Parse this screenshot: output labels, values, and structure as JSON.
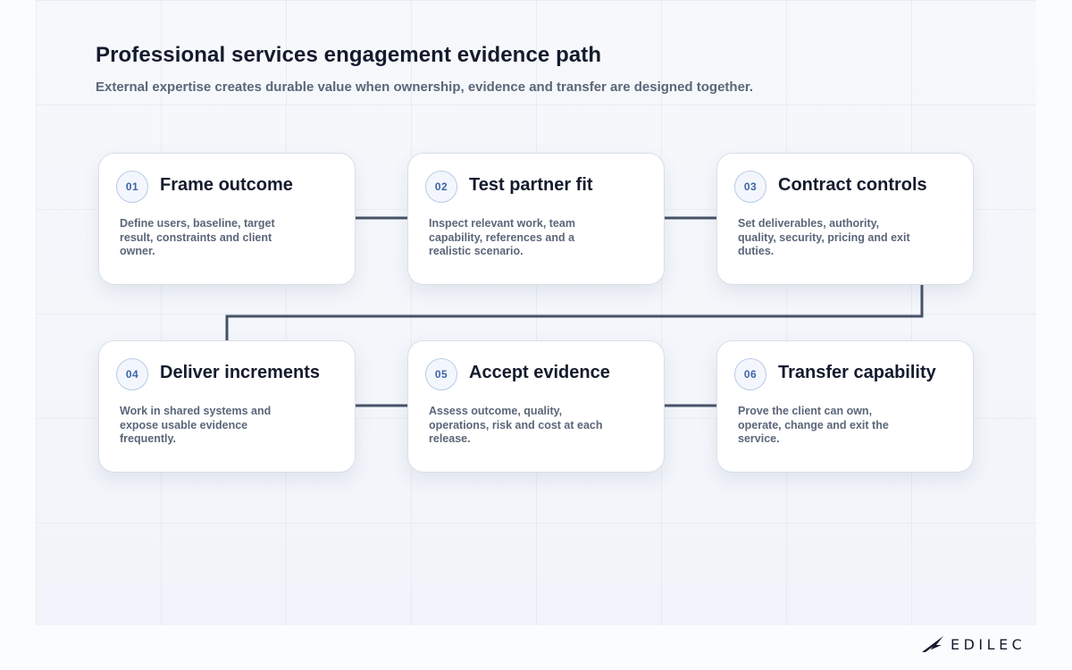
{
  "header": {
    "title": "Professional services engagement evidence path",
    "subtitle": "External expertise creates durable value when ownership, evidence and transfer are designed together."
  },
  "steps": [
    {
      "number": "01",
      "title": "Frame outcome",
      "description": "Define users, baseline, target result, constraints and client owner."
    },
    {
      "number": "02",
      "title": "Test partner fit",
      "description": "Inspect relevant work, team capability, references and a realistic scenario."
    },
    {
      "number": "03",
      "title": "Contract controls",
      "description": "Set deliverables, authority, quality, security, pricing and exit duties."
    },
    {
      "number": "04",
      "title": "Deliver increments",
      "description": "Work in shared systems and expose usable evidence frequently."
    },
    {
      "number": "05",
      "title": "Accept evidence",
      "description": "Assess outcome, quality, operations, risk and cost at each release."
    },
    {
      "number": "06",
      "title": "Transfer capability",
      "description": "Prove the client can own, operate, change and exit the service."
    }
  ],
  "brand": {
    "name": "EDILEC",
    "logo_icon": "edilec-wing-icon"
  },
  "colors": {
    "connector": "#465366",
    "badge_border": "#b9cbe6",
    "badge_text": "#3d64a8"
  }
}
